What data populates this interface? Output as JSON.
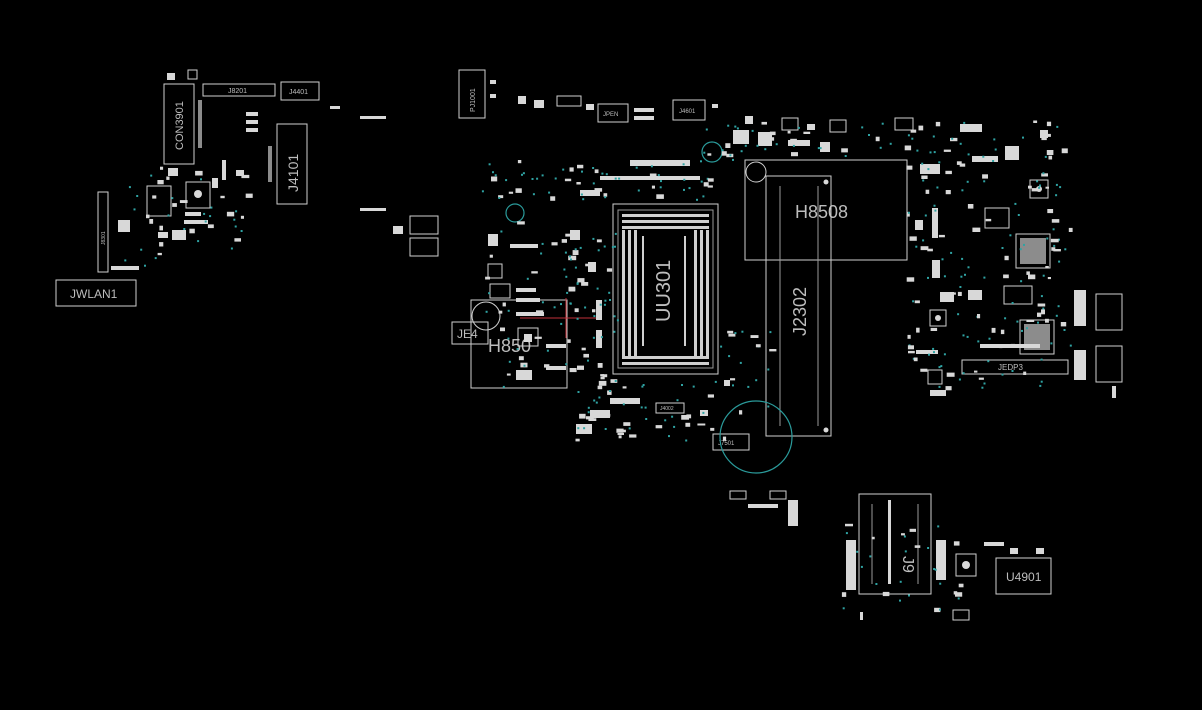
{
  "viewer": {
    "background_color": "#000000",
    "outline_color": "#cfcfcf",
    "via_color": "#2fa3a3",
    "trace_color": "#c0303a"
  },
  "components": {
    "JWLAN1": "JWLAN1",
    "CON3901": "CON3901",
    "J8201": "J8201",
    "J4401": "J4401",
    "J4101": "J4101",
    "J8301": "J8301",
    "PJ1001": "PJ1001",
    "JPEN": "JPEN",
    "J4601": "J4601",
    "UU301": "UU301",
    "H8508": "H8508",
    "J2302": "J2302",
    "JE4": "JE4",
    "H8507": "H850",
    "J4002": "J4002",
    "J7501": "J7501",
    "JEDP3": "JEDP3",
    "U4901": "U4901",
    "J9": "J9"
  }
}
